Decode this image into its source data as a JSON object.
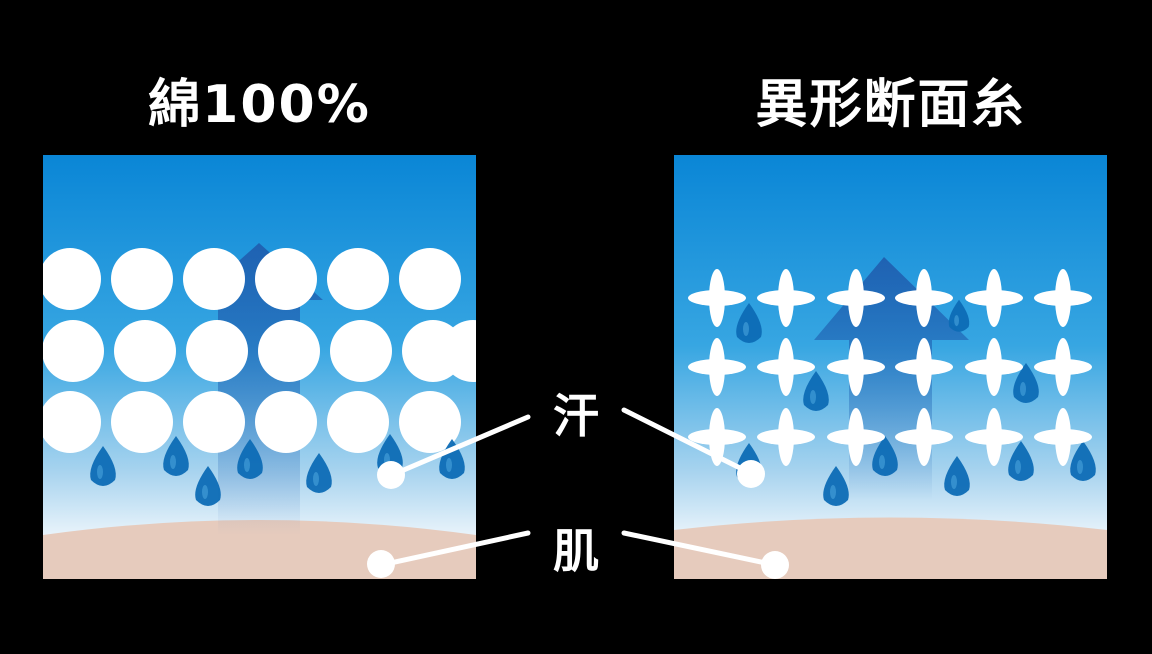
{
  "panels": {
    "left": {
      "title": "綿100%"
    },
    "right": {
      "title": "異形断面糸"
    }
  },
  "callouts": {
    "sweat": "汗",
    "skin": "肌"
  },
  "colors": {
    "background": "#000000",
    "water_top": "#0a86d6",
    "water_mid": "#5ab5e8",
    "water_bottom": "#eaf4fb",
    "skin": "#e6cbbd",
    "droplet": "#0d6cb5",
    "fiber": "#ffffff",
    "arrow": "#1f5fb0"
  }
}
